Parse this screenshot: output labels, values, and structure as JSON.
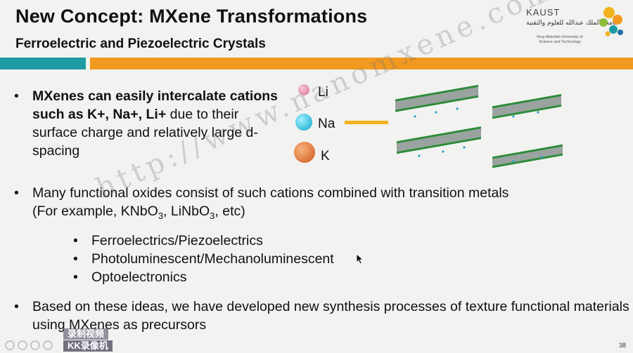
{
  "header": {
    "title": "New Concept:  MXene Transformations",
    "subtitle": "Ferroelectric and Piezoelectric Crystals"
  },
  "logo": {
    "name": "KAUST",
    "arabic": "جامعة الملك عبدالله للعلوم والتقنية",
    "english_line1": "King Abdullah University of",
    "english_line2": "Science and Technology"
  },
  "bullet1": {
    "bold_text": "MXenes can easily intercalate cations such as K+, Na+, Li+",
    "normal_text": "due to their surface charge and relatively large d-spacing"
  },
  "ions": [
    {
      "label": "Li",
      "color": "#e693b3"
    },
    {
      "label": "Na",
      "color": "#1fbfe0"
    },
    {
      "label": "K",
      "color": "#e6742e"
    }
  ],
  "bullet2": {
    "line1": "Many functional  oxides consist of such cations combined with transition metals",
    "line2_prefix": "(For example, KNbO",
    "sub1": "3",
    "line2_mid": ", LiNbO",
    "sub2": "3",
    "line2_suffix": ", etc)"
  },
  "sub_bullets": [
    "Ferroelectrics/Piezoelectrics",
    "Photoluminescent/Mechanoluminescent",
    "Optoelectronics"
  ],
  "bullet3": {
    "text": "Based on these ideas, we have developed new synthesis processes of texture functional materials using MXenes as precursors"
  },
  "watermark": "http://www.nanomxene.com",
  "page_number": "38",
  "recorder": {
    "line1": "录制视频",
    "line2": "KK录像机"
  },
  "colors": {
    "teal": "#1d9ba3",
    "orange": "#f29a1f",
    "arrow": "#f2b21e"
  }
}
